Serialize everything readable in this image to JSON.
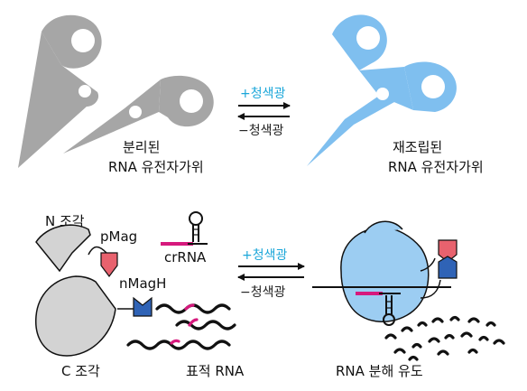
{
  "top": {
    "forward_label": "+청색광",
    "reverse_label": "−청색광",
    "left_caption": {
      "line1": "분리된",
      "line2": "RNA 유전자가위"
    },
    "right_caption": {
      "line1": "재조립된",
      "line2": "RNA 유전자가위"
    }
  },
  "bottom": {
    "forward_label": "+청색광",
    "reverse_label": "−청색광",
    "n_fragment": "N 조각",
    "c_fragment": "C 조각",
    "pmag": "pMag",
    "nmagh": "nMagH",
    "crrna": "crRNA",
    "target_rna": "표적 RNA",
    "degradation": "RNA 분해 유도"
  },
  "colors": {
    "gray_scissors": "#a6a6a6",
    "blue_scissors": "#7fbfef",
    "cas_blue": "#9ccdf2",
    "cas_gray": "#d3d3d3",
    "pmag": "#e8626e",
    "nmagh": "#2f63b6",
    "crrna": "#d6197d",
    "label_cyan": "#1aa6d9"
  }
}
